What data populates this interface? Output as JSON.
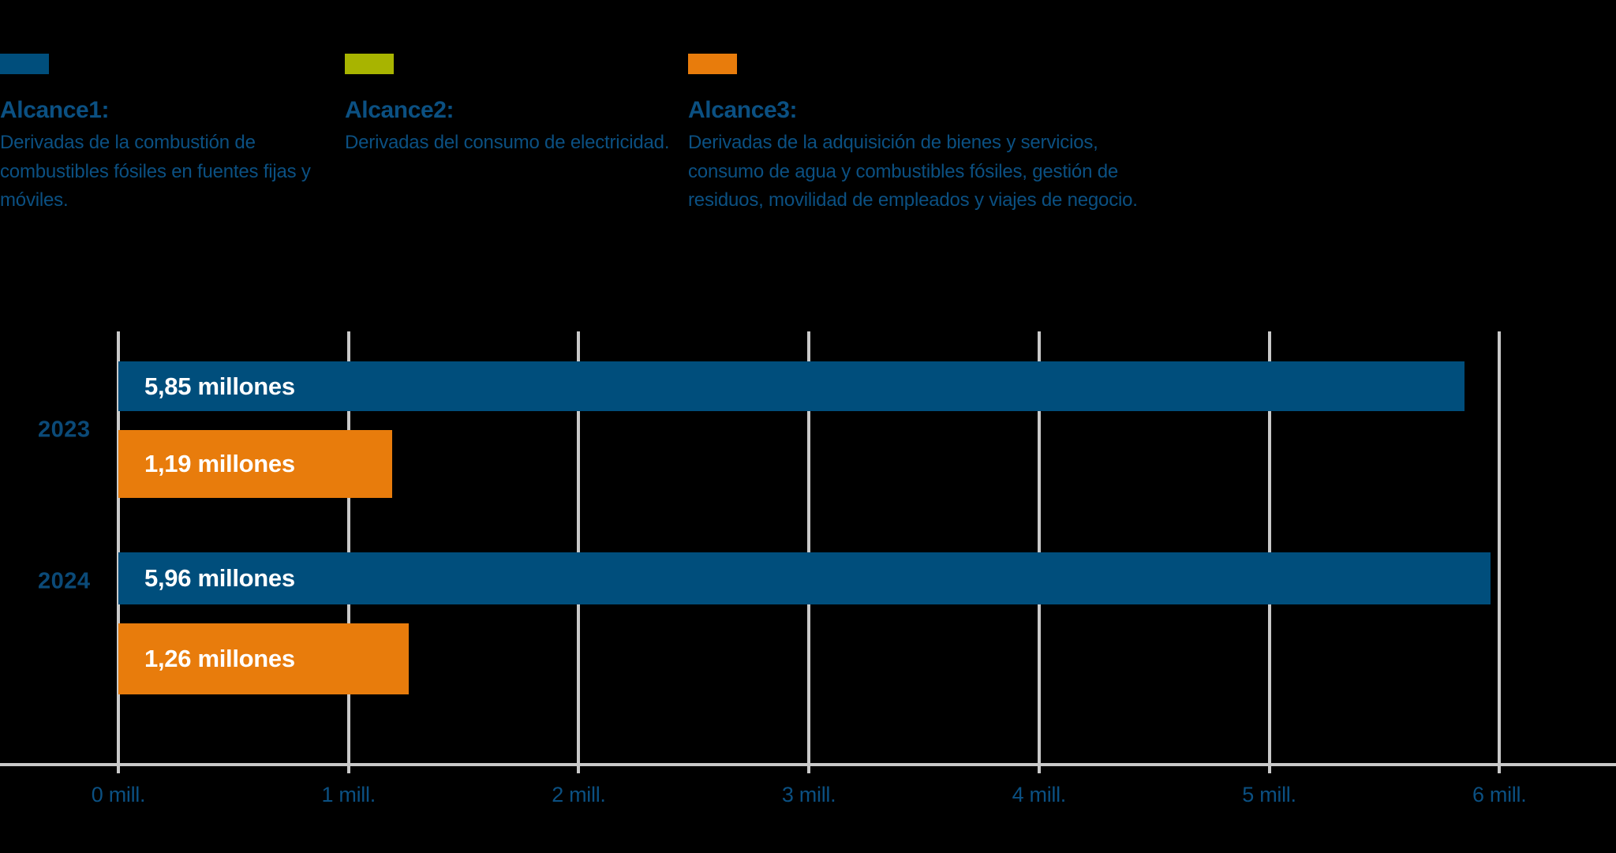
{
  "legend": {
    "items": [
      {
        "swatch_color": "#004e7c",
        "title": "Alcance1:",
        "description": "Derivadas de la combustión de combustibles fósiles en fuentes fijas y móviles."
      },
      {
        "swatch_color": "#a8b400",
        "title": "Alcance2:",
        "description": "Derivadas del consumo de electricidad."
      },
      {
        "swatch_color": "#e87c0c",
        "title": "Alcance3:",
        "description": "Derivadas de la adquisición de bienes y servicios, consumo de agua y combustibles fósiles, gestión de residuos, movilidad de empleados y viajes de negocio."
      }
    ]
  },
  "chart_data": {
    "type": "bar",
    "orientation": "horizontal",
    "title": "",
    "xlabel": "",
    "ylabel": "",
    "xlim": [
      0,
      6
    ],
    "xticks": [
      0,
      1,
      2,
      3,
      4,
      5,
      6
    ],
    "xtick_labels": [
      "0 mill.",
      "1 mill.",
      "2 mill.",
      "3 mill.",
      "4 mill.",
      "5 mill.",
      "6 mill."
    ],
    "grid": true,
    "legend_position": "top",
    "categories": [
      "2023",
      "2024"
    ],
    "series": [
      {
        "name": "Alcance1",
        "color": "#004e7c",
        "values": [
          5.85,
          5.96
        ],
        "labels": [
          "5,85 millones",
          "5,96 millones"
        ]
      },
      {
        "name": "Alcance3",
        "color": "#e87c0c",
        "values": [
          1.19,
          1.26
        ],
        "labels": [
          "1,19 millones",
          "1,26 millones"
        ]
      }
    ],
    "bars": [
      {
        "group": "2023",
        "series": "Alcance1",
        "value": 5.85,
        "label": "5,85 millones",
        "color": "#004e7c"
      },
      {
        "group": "2023",
        "series": "Alcance3",
        "value": 1.19,
        "label": "1,19 millones",
        "color": "#e87c0c"
      },
      {
        "group": "2024",
        "series": "Alcance1",
        "value": 5.96,
        "label": "5,96 millones",
        "color": "#004e7c"
      },
      {
        "group": "2024",
        "series": "Alcance3",
        "value": 1.26,
        "label": "1,26 millones",
        "color": "#e87c0c"
      }
    ],
    "group_labels": [
      "2023",
      "2024"
    ]
  }
}
